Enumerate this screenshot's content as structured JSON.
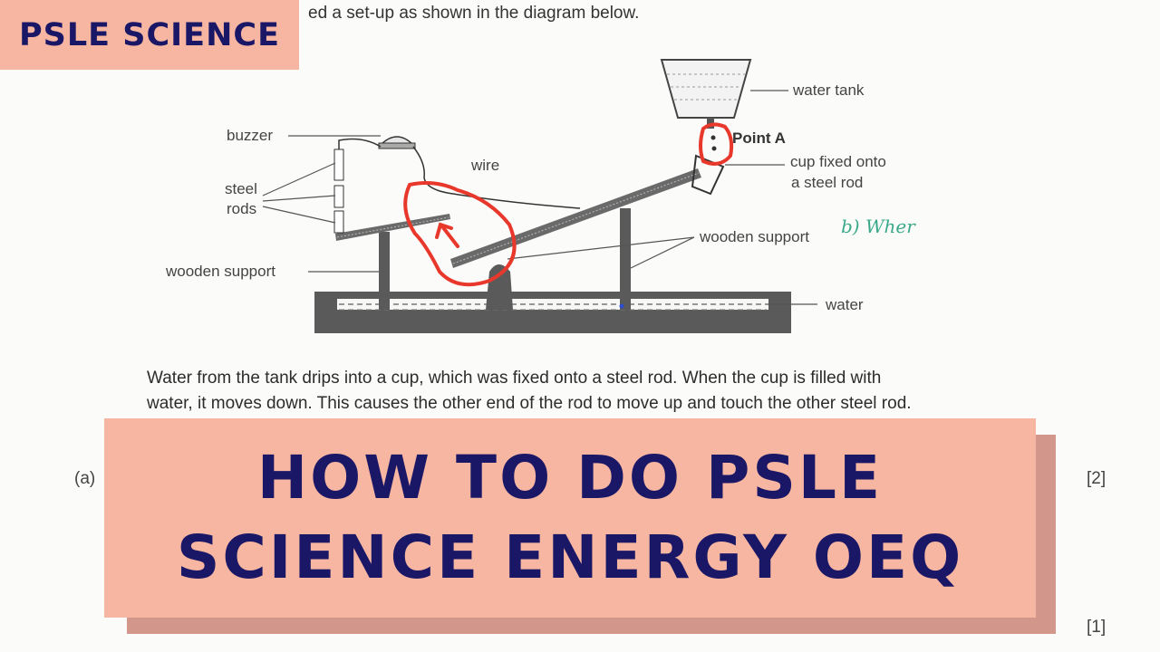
{
  "badge": {
    "label": "PSLE SCIENCE"
  },
  "question": {
    "intro_fragment": "ed a set-up as shown in the diagram below.",
    "paragraph_lines": [
      "Water from the tank drips into a cup, which was fixed onto a steel rod. When the cup is filled with",
      "water, it moves down. This causes the other end of the rod to move up and touch the other steel rod."
    ],
    "part_a": "(a)",
    "marks_a": "[2]",
    "marks_b": "[1]"
  },
  "diagram": {
    "labels": {
      "buzzer": "buzzer",
      "steel_rods": [
        "steel",
        "rods"
      ],
      "wire": "wire",
      "wooden_support_left": "wooden support",
      "water_tank": "water tank",
      "point_a": "Point A",
      "cup": [
        "cup fixed onto",
        "a steel rod"
      ],
      "wooden_support_right": "wooden support",
      "water": "water"
    },
    "handwritten_note": "b) Wher",
    "annotation_color": "#e8382b",
    "note_color": "#3aa98a"
  },
  "banner": {
    "line1": "HOW TO DO PSLE",
    "line2": "SCIENCE ENERGY OEQ"
  },
  "colors": {
    "accent_bg": "#f6b6a1",
    "accent_text": "#1a1766",
    "shadow": "#d2968b"
  }
}
